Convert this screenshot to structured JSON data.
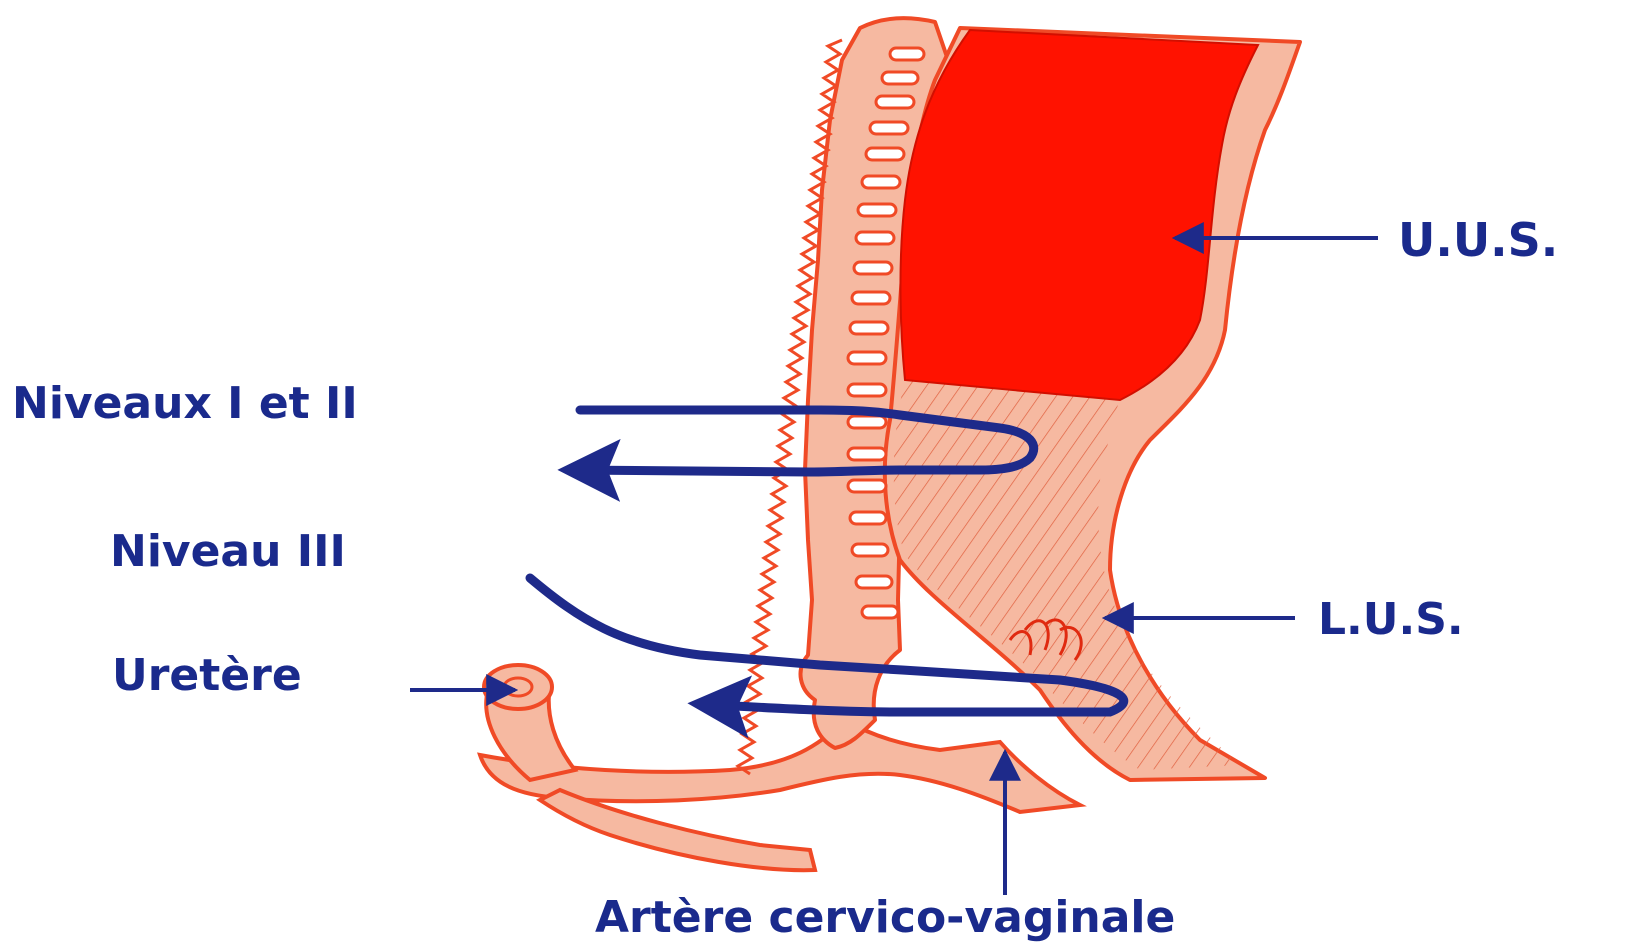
{
  "labels": {
    "uus": "U.U.S.",
    "niveaux_1_2": "Niveaux I et II",
    "niveau_3": "Niveau III",
    "lus": "L.U.S.",
    "uretere": "Uretère",
    "artere": "Artère cervico-vaginale"
  },
  "colors": {
    "tissue_fill": "#f6b9a1",
    "tissue_stroke": "#f04a26",
    "uterus_red": "#ff1200",
    "label_blue": "#1a2a8c",
    "arrow_blue": "#1e2a8a"
  }
}
